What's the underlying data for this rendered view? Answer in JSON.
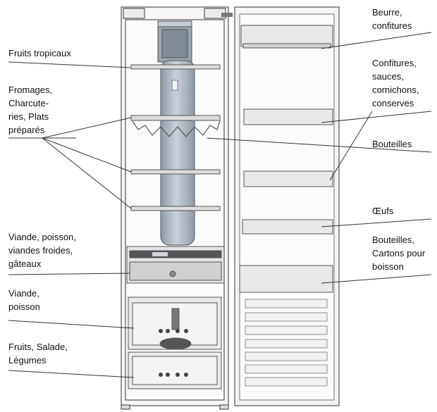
{
  "labels": {
    "fruits_tropicaux": [
      "Fruits tropicaux"
    ],
    "fromages": [
      "Fromages,",
      "Charcute-",
      "ries, Plats",
      "préparés"
    ],
    "viande_poisson_gateaux": [
      "Viande, poisson,",
      "viandes froides,",
      "gâteaux"
    ],
    "viande_poisson": [
      "Viande,",
      "poisson"
    ],
    "fruits_legumes": [
      "Fruits, Salade,",
      "Légumes"
    ],
    "beurre": [
      "Beurre,",
      "confitures"
    ],
    "confitures": [
      "Confitures,",
      "sauces,",
      "cornichons,",
      "conserves"
    ],
    "bouteilles": [
      "Bouteilles"
    ],
    "oeufs": [
      "Œufs"
    ],
    "bouteilles_cartons": [
      "Bouteilles,",
      "Cartons pour",
      "boisson"
    ]
  },
  "colors": {
    "line": "#333333",
    "outline": "#555555",
    "body_fill": "#f4f4f4",
    "tube_fill": "#b9c2cc",
    "drawer_fill": "#e6e6e6",
    "shelf_fill": "#d8d8d8"
  }
}
